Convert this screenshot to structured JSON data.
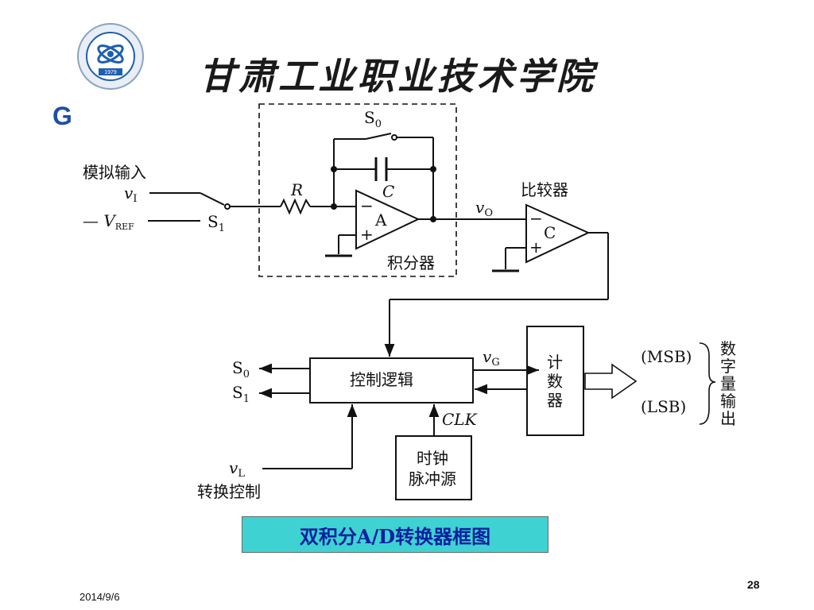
{
  "header": {
    "college_name": "甘肃工业职业技术学院",
    "logo_year": "1979",
    "g_letter": "G"
  },
  "diagram": {
    "s0_top": "S",
    "s0_top_sub": "0",
    "analog_input": "模拟输入",
    "vi": "v",
    "vi_sub": "I",
    "vref_prefix": "— V",
    "vref_sub": "REF",
    "s1": "S",
    "s1_sub": "1",
    "r_label": "R",
    "c_label": "C",
    "integrator_amp": "A",
    "integrator_label": "积分器",
    "vo": "v",
    "vo_sub": "O",
    "comparator_title": "比较器",
    "comparator_amp": "C",
    "minus": "−",
    "plus": "+",
    "control_logic": "控制逻辑",
    "s0_out": "S",
    "s0_out_sub": "0",
    "s1_out": "S",
    "s1_out_sub": "1",
    "vg": "v",
    "vg_sub": "G",
    "counter_1": "计",
    "counter_2": "数",
    "counter_3": "器",
    "msb": "(MSB)",
    "lsb": "(LSB)",
    "digital_output_1": "数",
    "digital_output_2": "字",
    "digital_output_3": "量",
    "digital_output_4": "输",
    "digital_output_5": "出",
    "clk": "CLK",
    "clock_1": "时钟",
    "clock_2": "脉冲源",
    "vl": "v",
    "vl_sub": "L",
    "conversion_control": "转换控制"
  },
  "caption": "双积分A/D转换器框图",
  "footer": {
    "date": "2014/9/6",
    "page": "28"
  },
  "colors": {
    "caption_bg": "#3fd2d2",
    "caption_text": "#0a1fa0",
    "g_letter": "#1f4ea8",
    "logo_blue": "#1f5fb0"
  }
}
